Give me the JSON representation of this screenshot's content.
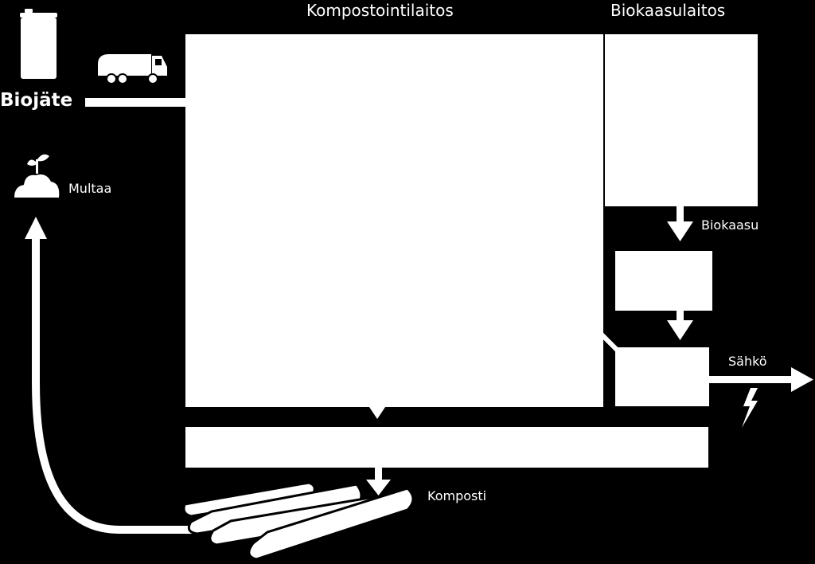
{
  "colors": {
    "background": "#000000",
    "foreground": "#ffffff"
  },
  "labels": {
    "composting_plant": "Kompostointilaitos",
    "biogas_plant": "Biokaasulaitos",
    "biowaste": "Biojäte",
    "soil": "Multaa",
    "biogas": "Biokaasu",
    "electricity": "Sähkö",
    "compost": "Komposti"
  },
  "icons": [
    "bin-icon",
    "garbage-truck-icon",
    "soil-sprout-icon",
    "lightning-icon",
    "compost-pile-icon"
  ]
}
